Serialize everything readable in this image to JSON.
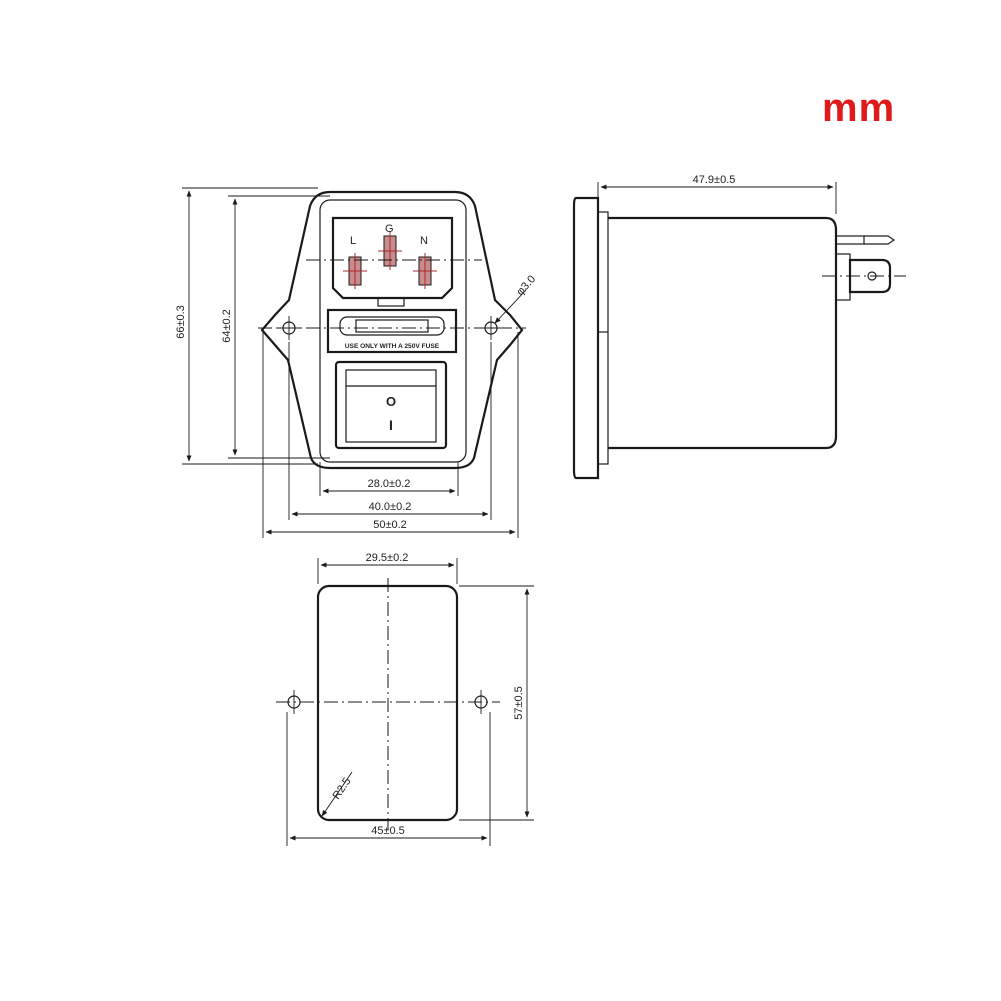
{
  "unit": "mm",
  "front_view": {
    "terminal_labels": {
      "live": "L",
      "ground": "G",
      "neutral": "N"
    },
    "fuse_text": "USE ONLY WITH A 250V FUSE",
    "switch_off_symbol": "O",
    "switch_on_symbol": "I",
    "dim_height_overall": "66±0.3",
    "dim_height_body": "64±0.2",
    "dim_hole_diameter": "φ3.0",
    "dim_width_inlet": "28.0±0.2",
    "dim_width_holes": "40.0±0.2",
    "dim_width_flange": "50±0.2"
  },
  "side_view": {
    "dim_depth": "47.9±0.5"
  },
  "cutout_view": {
    "dim_width": "29.5±0.2",
    "dim_height": "57±0.5",
    "dim_radius": "R2.5",
    "dim_hole_spacing": "45±0.5"
  }
}
